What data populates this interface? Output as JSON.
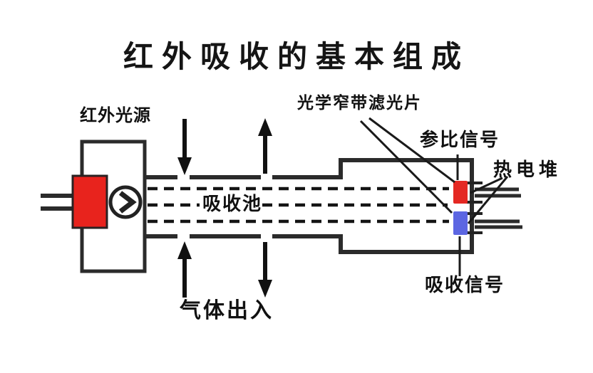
{
  "title": "红外吸收的基本组成",
  "labels": {
    "ir_source": "红外光源",
    "absorption_cell": "吸收池",
    "gas_inlet_outlet": "气体出入",
    "optical_filter": "光学窄带滤光片",
    "reference_signal": "参比信号",
    "thermopile": "热电堆",
    "absorption_signal": "吸收信号"
  },
  "colors": {
    "line": "#2b2b2b",
    "source_red": "#e8231d",
    "detector_red": "#e42823",
    "detector_blue": "#5c66e2",
    "background": "#ffffff"
  }
}
